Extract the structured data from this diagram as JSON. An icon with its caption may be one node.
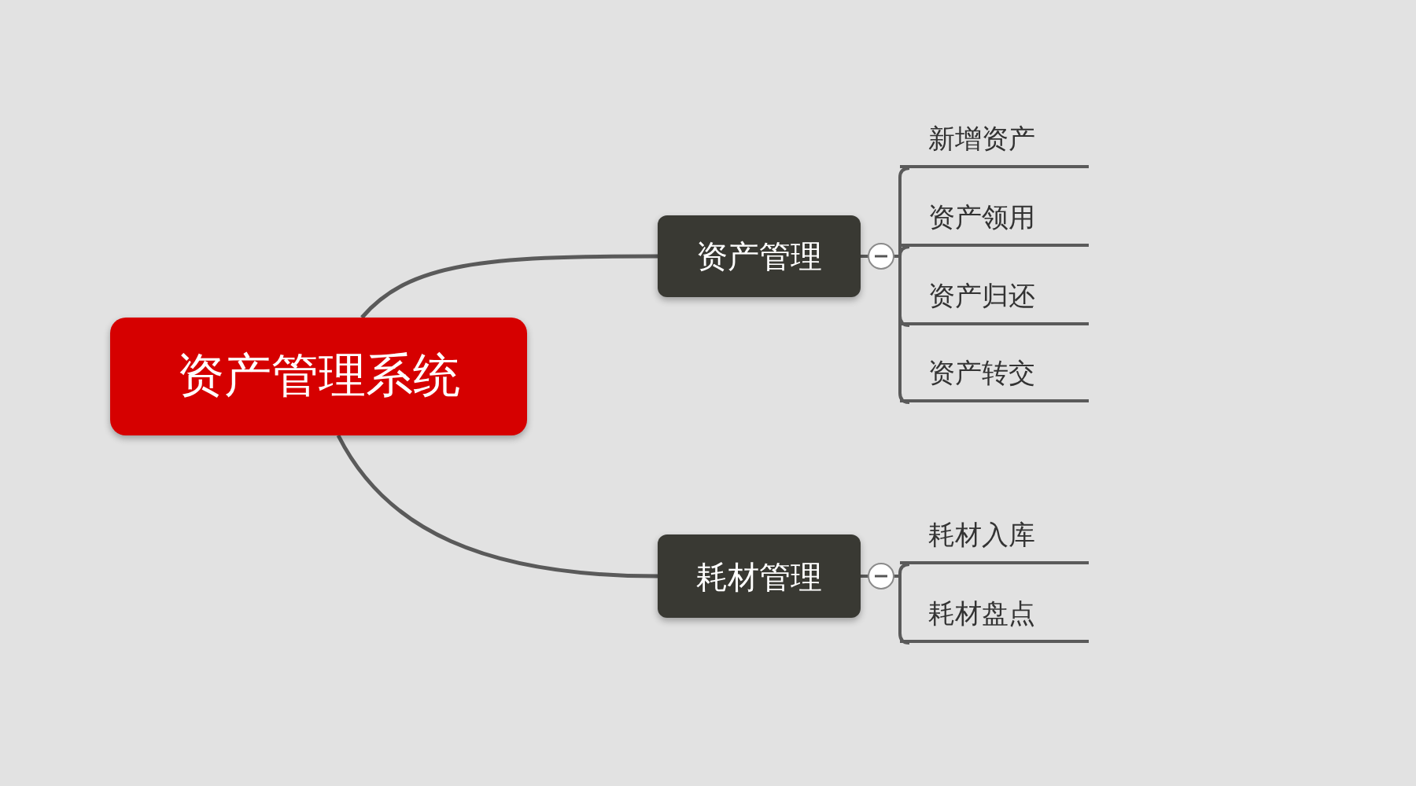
{
  "diagram": {
    "nodes": [
      {
        "text": [
          "资产管理系统"
        ]
      },
      {
        "text": [
          "资产管理"
        ]
      },
      {
        "text": [
          "耗材管理"
        ]
      },
      {
        "text": [
          "新增资产"
        ]
      },
      {
        "text": [
          "资产领用"
        ]
      },
      {
        "text": [
          "资产归还"
        ]
      },
      {
        "text": [
          "资产转交"
        ]
      },
      {
        "text": [
          "耗材入库"
        ]
      },
      {
        "text": [
          "耗材盘点"
        ]
      }
    ],
    "edges": [
      {
        "from": 0,
        "to": 1,
        "arrow": "none"
      },
      {
        "from": 0,
        "to": 2,
        "arrow": "none"
      },
      {
        "from": 1,
        "to": 3,
        "arrow": "none"
      },
      {
        "from": 1,
        "to": 4,
        "arrow": "none"
      },
      {
        "from": 1,
        "to": 5,
        "arrow": "none"
      },
      {
        "from": 1,
        "to": 6,
        "arrow": "none"
      },
      {
        "from": 2,
        "to": 7,
        "arrow": "none"
      },
      {
        "from": 2,
        "to": 8,
        "arrow": "none"
      }
    ]
  }
}
